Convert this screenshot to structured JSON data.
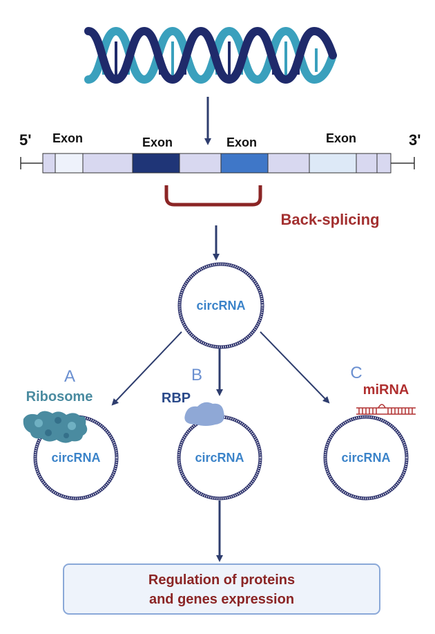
{
  "gene": {
    "five_prime": "5'",
    "three_prime": "3'",
    "exon_labels": [
      "Exon",
      "Exon",
      "Exon",
      "Exon"
    ]
  },
  "process": {
    "back_splicing": "Back-splicing"
  },
  "circ_main": {
    "label": "circRNA"
  },
  "branches": [
    {
      "letter": "A",
      "partner": "Ribosome",
      "circ_label": "circRNA"
    },
    {
      "letter": "B",
      "partner": "RBP",
      "circ_label": "circRNA"
    },
    {
      "letter": "C",
      "partner": "miRNA",
      "circ_label": "circRNA"
    }
  ],
  "result": {
    "line1": "Regulation of proteins",
    "line2": "and genes expression"
  },
  "colors": {
    "navy": "#1f2a6b",
    "arrow": "#2e3d6e",
    "circ_text": "#3b83c9",
    "dark_red": "#8b2525",
    "back_splice_red": "#a33030",
    "ribosome_teal": "#4a8ba0",
    "rbp_blue": "#8fa8d6",
    "letter_blue": "#6a8fd0"
  }
}
